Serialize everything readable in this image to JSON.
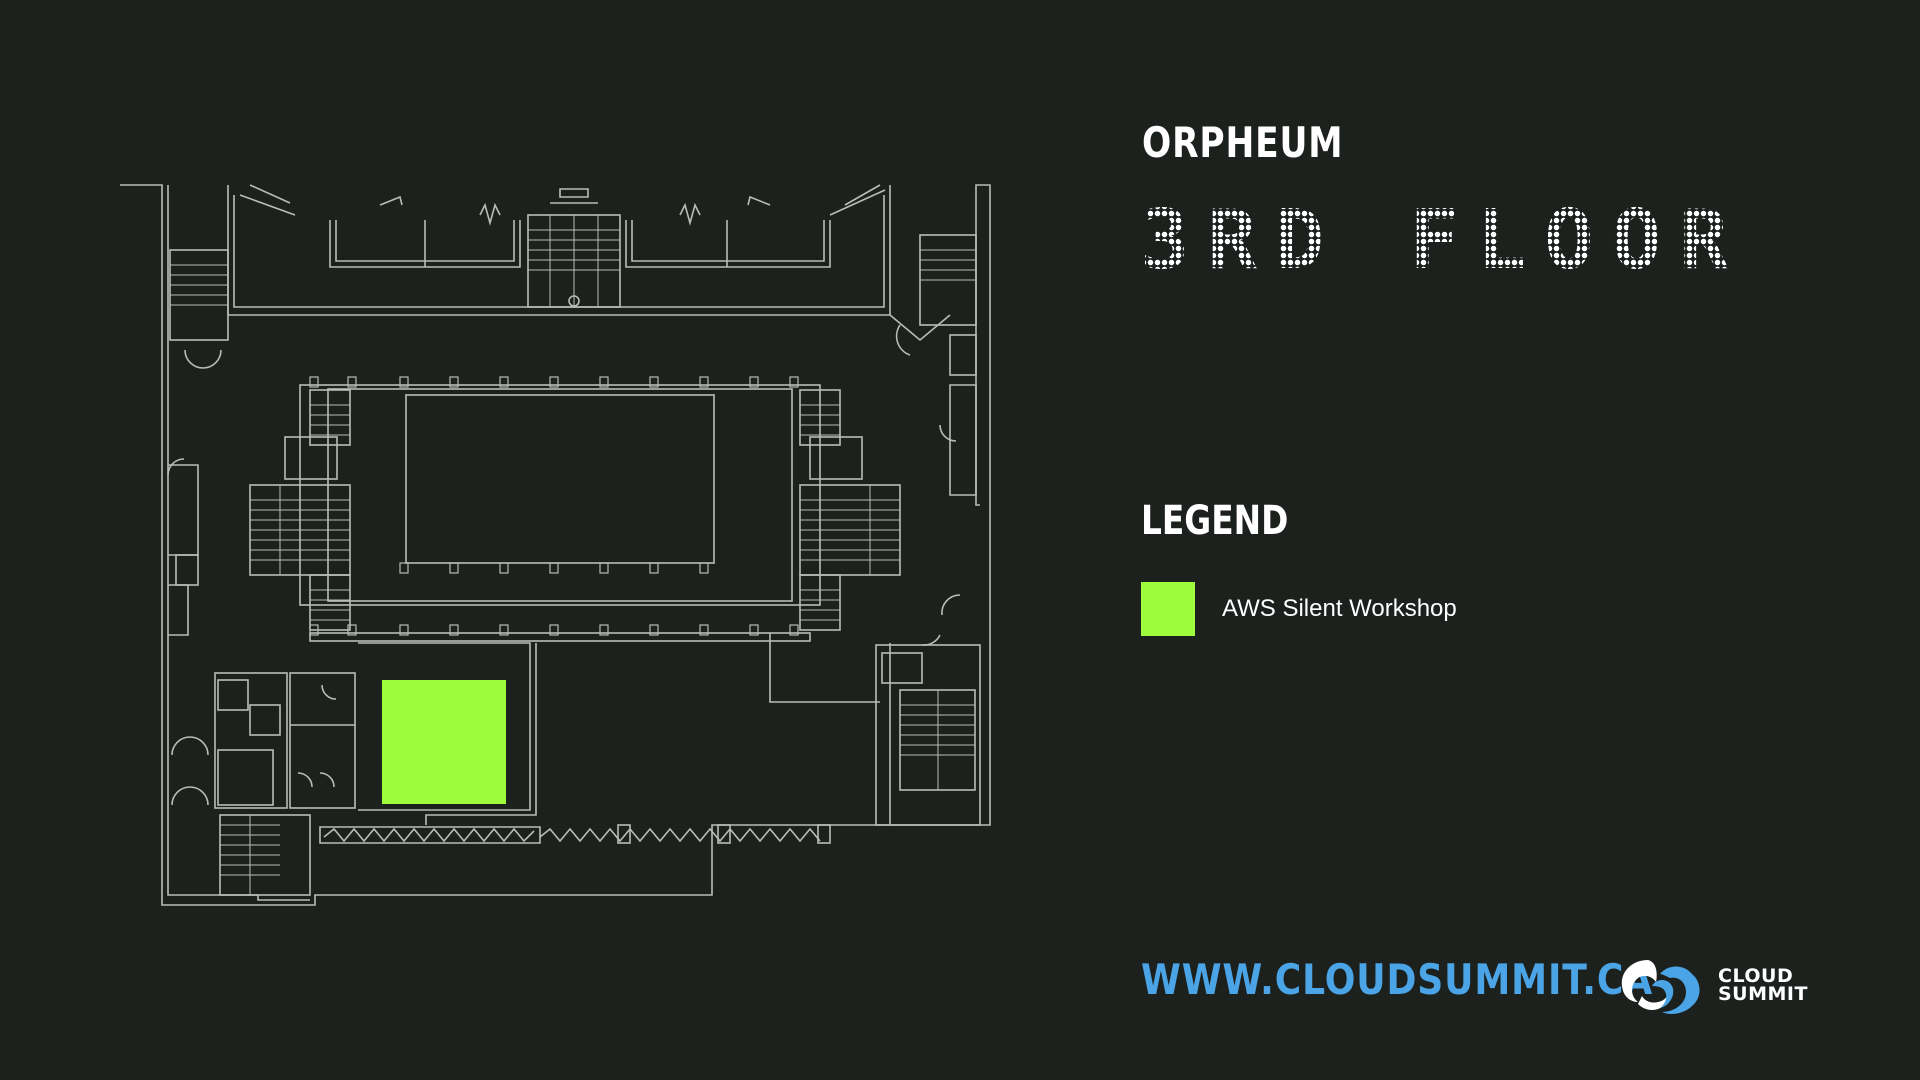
{
  "header": {
    "venue": "ORPHEUM",
    "floor": "3RD FLOOR"
  },
  "legend": {
    "title": "LEGEND",
    "items": [
      {
        "label": "AWS Silent Workshop",
        "color": "#9dfc3b"
      }
    ]
  },
  "footer": {
    "url": "WWW.CLOUDSUMMIT.CA",
    "logo_line1": "CLOUD",
    "logo_line2": "SUMMIT"
  },
  "colors": {
    "background": "#1c211e",
    "plan_lines": "#b9bdb9",
    "highlight": "#9dfc3b",
    "url": "#4aa4e6",
    "logo_blue": "#4aa4e6",
    "text": "#ffffff"
  },
  "icons": {
    "logo": "cloud-summit-logo-icon"
  }
}
